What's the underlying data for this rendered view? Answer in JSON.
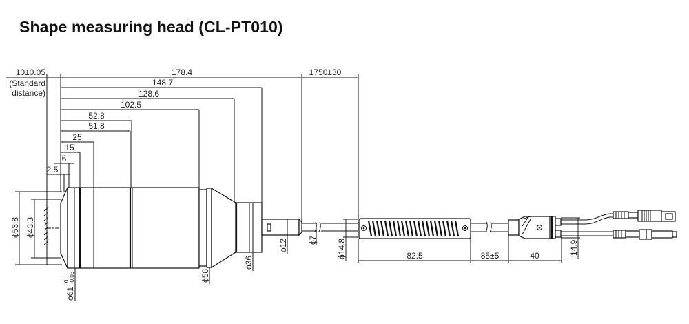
{
  "title": "Shape measuring head (CL-PT010)",
  "dimensions": {
    "standard_distance": {
      "value": "10±0.05",
      "note_line1": "(Standard",
      "note_line2": "distance)"
    },
    "lengths": {
      "total_head": "178.4",
      "d_148_7": "148.7",
      "d_128_6": "128.6",
      "d_102_5": "102.5",
      "d_52_8": "52.8",
      "d_51_8": "51.8",
      "d_25": "25",
      "d_15": "15",
      "d_6": "6",
      "d_2_5": "2.5",
      "cable_length": "1750±30",
      "relay_length": "82.5",
      "cable_to_connector": "85±5",
      "connector_length": "40"
    },
    "diameters": {
      "phi_53_8": "ϕ53.8",
      "phi_43_3": "ϕ43.3",
      "phi_61": "ϕ61",
      "phi_61_tol_upper": "0",
      "phi_61_tol_lower": "-0.05",
      "phi_58": "ϕ58",
      "phi_36": "ϕ36",
      "phi_12": "ϕ12",
      "phi_7": "ϕ7",
      "phi_14_8": "ϕ14.8",
      "h_14_9": "14.9"
    }
  }
}
